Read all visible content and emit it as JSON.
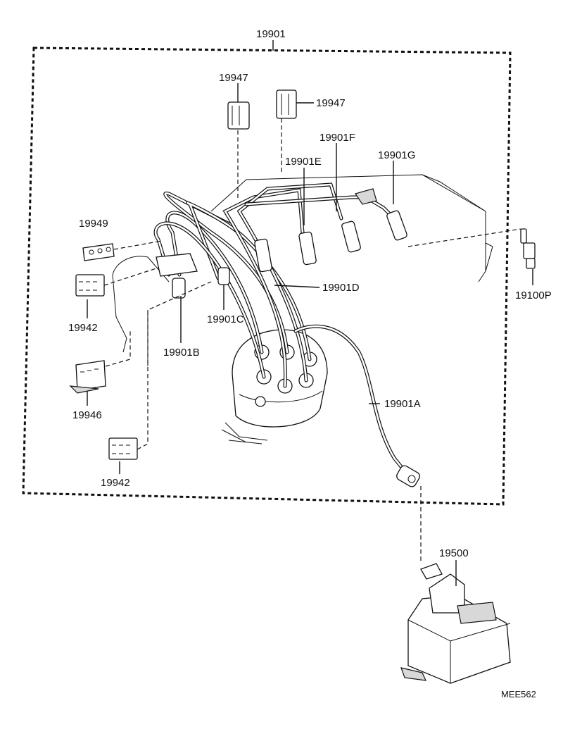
{
  "labels": {
    "harness": "19901",
    "clamp_top_left": "19947",
    "clamp_top_right": "19947",
    "cord_f": "19901F",
    "cord_e": "19901E",
    "cord_g": "19901G",
    "clamp_19949": "19949",
    "clamp_19942_upper": "19942",
    "clamp_19946": "19946",
    "clamp_19942_lower": "19942",
    "cord_b": "19901B",
    "cord_c": "19901C",
    "cord_d": "19901D",
    "cord_a": "19901A",
    "spark_plug": "19100P",
    "coil": "19500",
    "figure_code": "MEE562"
  }
}
